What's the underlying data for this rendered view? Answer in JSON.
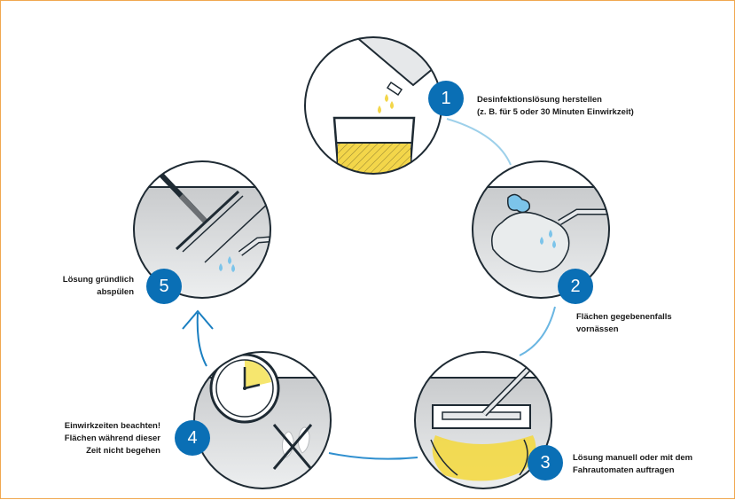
{
  "steps": [
    {
      "number": "1",
      "line1": "Desinfektionslösung herstellen",
      "line2": "(z. B.  für 5 oder 30  Minuten Einwirkzeit)"
    },
    {
      "number": "2",
      "line1": "Flächen gegebenenfalls",
      "line2": "vornässen"
    },
    {
      "number": "3",
      "line1": "Lösung manuell oder mit dem",
      "line2": "Fahrautomaten auftragen"
    },
    {
      "number": "4",
      "line1": "Einwirkzeiten beachten!",
      "line2": "Flächen während dieser",
      "line3": "Zeit nicht begehen"
    },
    {
      "number": "5",
      "line1": "Lösung gründlich",
      "line2": "abspülen"
    }
  ],
  "colors": {
    "badge": "#0a6fb5",
    "circle_stroke": "#1e2a33",
    "surface": "#d6d8da",
    "liquid_yellow": "#f3d64a",
    "water_blue": "#7cc4ea",
    "cycle_light": "#9dd0ea",
    "cycle_mid": "#4aa5db",
    "cycle_dark": "#1a7fc1"
  }
}
